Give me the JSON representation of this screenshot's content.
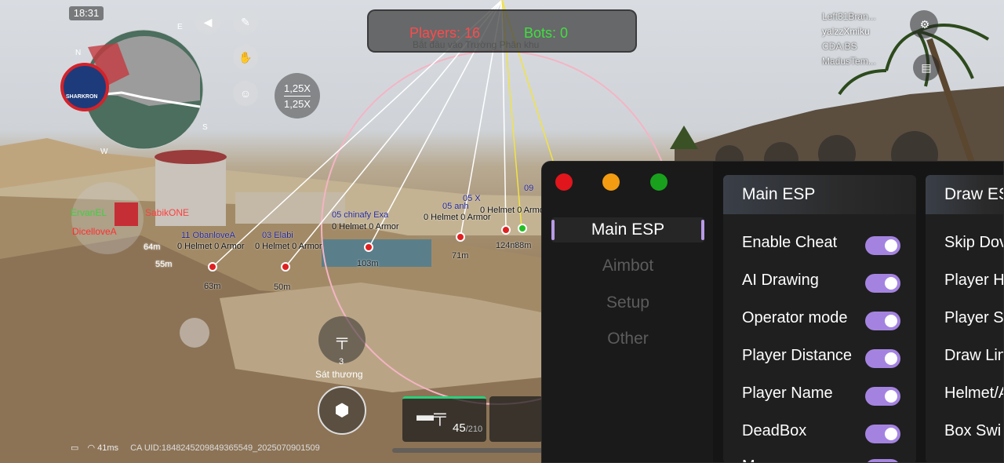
{
  "hud": {
    "time": "18:31",
    "players_label": "Players: 16",
    "bots_label": "Bots: 0",
    "banner_sub": "Bắt đầu vào Trường Phân khu",
    "zoom_top": "1,25X",
    "zoom_bottom": "1,25X",
    "compass": {
      "n": "N",
      "e": "E",
      "s": "S",
      "w": "W"
    },
    "team": [
      "Left31Bran...",
      "yalzzXmiku",
      "CDA:BS",
      "MadusTem..."
    ],
    "damage_count": "3",
    "damage_label": "Sát thương",
    "ammo_current": "45",
    "ammo_total": "/210",
    "ping": "41ms",
    "uid_line": "CA UID:1848245209849365549_2025070901509",
    "chat": [
      {
        "name": "ErvanEL",
        "color": "#3fd040"
      },
      {
        "name": "SabikONE",
        "color": "#ff4040"
      },
      {
        "name": "DicelloveA",
        "color": "#ff3030"
      }
    ],
    "side_dist_1": "64m",
    "side_dist_2": "55m",
    "avatar_text": "SHARKRON"
  },
  "esp": [
    {
      "name": "11 ObanloveA",
      "gear": "0 Helmet  0 Armor",
      "dist": "63m"
    },
    {
      "name": "03 Elabi",
      "gear": "0 Helmet  0 Armor",
      "dist": "50m"
    },
    {
      "name": "05 chinafy Exa",
      "gear": "0 Helmet  0 Armor",
      "dist": "103m"
    },
    {
      "name": "05 anh",
      "gear": "0 Helmet  0 Armor",
      "dist": "71m"
    },
    {
      "name": "05 X",
      "gear": "0 Helmet  0 Armor",
      "dist": "124m"
    },
    {
      "name": "09",
      "gear": "",
      "dist": "88m"
    }
  ],
  "menu": {
    "window_dots": {
      "close": "#e0161c",
      "minimize": "#f39c12",
      "maximize": "#19a11d"
    },
    "nav": [
      "Main ESP",
      "Aimbot",
      "Setup",
      "Other"
    ],
    "active_nav": "Main ESP",
    "accent": "#a483e0",
    "main_panel": {
      "title": "Main ESP",
      "items": [
        {
          "label": "Enable Cheat",
          "on": true
        },
        {
          "label": "AI Drawing",
          "on": true
        },
        {
          "label": "Operator mode",
          "on": true
        },
        {
          "label": "Player Distance",
          "on": true
        },
        {
          "label": "Player Name",
          "on": true
        },
        {
          "label": "DeadBox",
          "on": true
        },
        {
          "label": "M",
          "on": true
        }
      ]
    },
    "draw_panel": {
      "title": "Draw ES",
      "items": [
        "Skip Dov",
        "Player H",
        "Player S",
        "Draw Lin",
        "Helmet/A",
        "Box Swi"
      ]
    }
  }
}
